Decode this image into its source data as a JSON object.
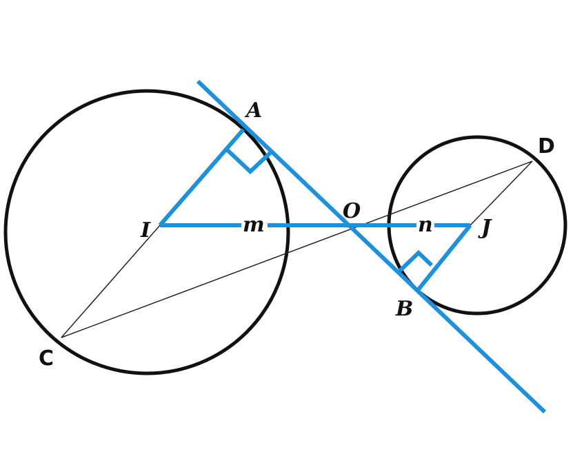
{
  "colors": {
    "circle": "#111111",
    "thin_line": "#222222",
    "blue": "#1e90dc",
    "text": "#111111"
  },
  "labels": {
    "A": "A",
    "B": "B",
    "C": "C",
    "D": "D",
    "I": "I",
    "J": "J",
    "O": "O",
    "m": "m",
    "n": "n"
  }
}
